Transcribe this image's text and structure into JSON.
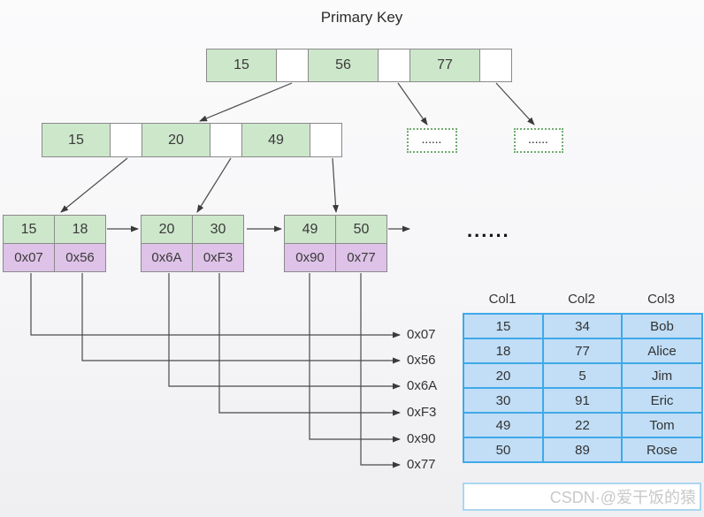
{
  "diagram": {
    "title": "Primary Key",
    "root_node": {
      "keys": [
        "15",
        "56",
        "77"
      ]
    },
    "internal_node": {
      "keys": [
        "15",
        "20",
        "49"
      ]
    },
    "leaf_nodes": [
      {
        "keys": [
          "15",
          "18"
        ],
        "pointers": [
          "0x07",
          "0x56"
        ]
      },
      {
        "keys": [
          "20",
          "30"
        ],
        "pointers": [
          "0x6A",
          "0xF3"
        ]
      },
      {
        "keys": [
          "49",
          "50"
        ],
        "pointers": [
          "0x90",
          "0x77"
        ]
      }
    ],
    "more_box_1": "......",
    "more_box_2": "......",
    "leaf_ellipsis": "......",
    "pointer_labels": [
      "0x07",
      "0x56",
      "0x6A",
      "0xF3",
      "0x90",
      "0x77"
    ],
    "colors": {
      "key_cell_fill": "#cde7cb",
      "pointer_cell_fill": "#dec2e7",
      "node_border": "#8a8a8a",
      "dotted_box_border": "#6faa6f",
      "table_cell_fill": "#c1def6",
      "table_border": "#3fa9e8",
      "arrow": "#4a4a4a"
    }
  },
  "table": {
    "headers": [
      "Col1",
      "Col2",
      "Col3"
    ],
    "rows": [
      [
        "15",
        "34",
        "Bob"
      ],
      [
        "18",
        "77",
        "Alice"
      ],
      [
        "20",
        "5",
        "Jim"
      ],
      [
        "30",
        "91",
        "Eric"
      ],
      [
        "49",
        "22",
        "Tom"
      ],
      [
        "50",
        "89",
        "Rose"
      ]
    ]
  },
  "watermark": "CSDN·@爱干饭的猿"
}
